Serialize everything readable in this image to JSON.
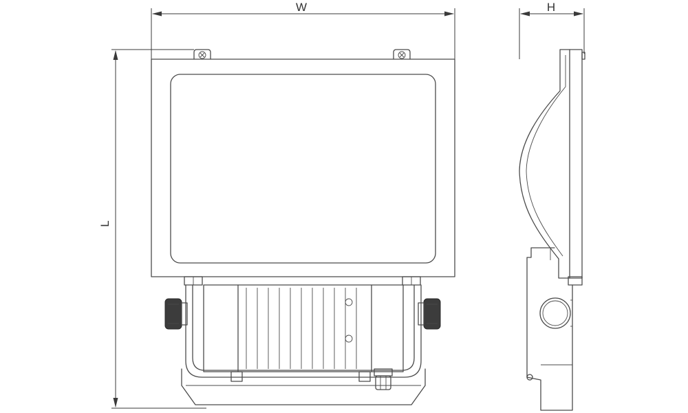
{
  "dimensions": {
    "width_label": "W",
    "height_label": "H",
    "length_label": "L"
  },
  "colors": {
    "line": "#4a4a4a",
    "background": "#ffffff"
  }
}
